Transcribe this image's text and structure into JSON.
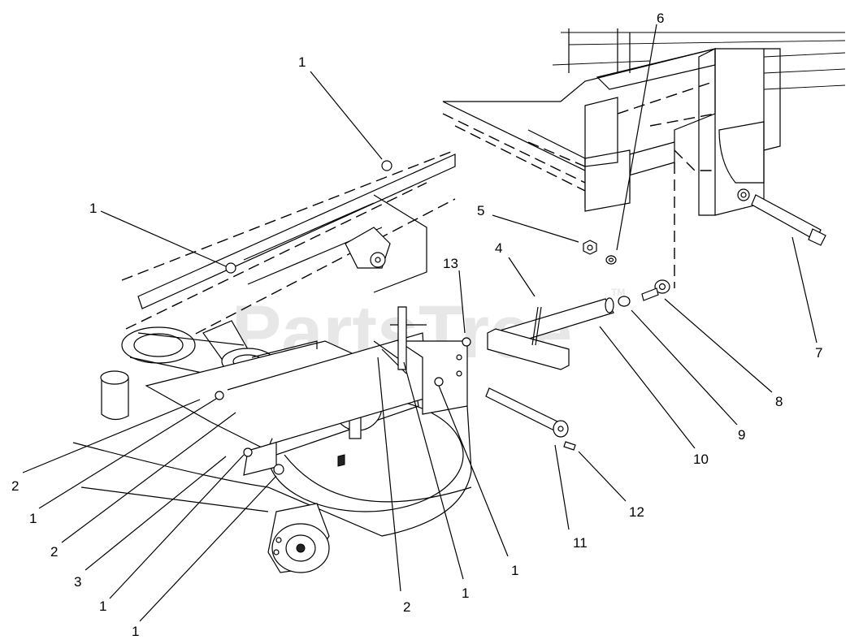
{
  "watermark": {
    "text": "PartsTree",
    "tm": "TM"
  },
  "callouts": [
    {
      "id": "c-1-top",
      "label": "1"
    },
    {
      "id": "c-1-left",
      "label": "1"
    },
    {
      "id": "c-13",
      "label": "13"
    },
    {
      "id": "c-6",
      "label": "6"
    },
    {
      "id": "c-5",
      "label": "5"
    },
    {
      "id": "c-4",
      "label": "4"
    },
    {
      "id": "c-7",
      "label": "7"
    },
    {
      "id": "c-8",
      "label": "8"
    },
    {
      "id": "c-9",
      "label": "9"
    },
    {
      "id": "c-10",
      "label": "10"
    },
    {
      "id": "c-11",
      "label": "11"
    },
    {
      "id": "c-12",
      "label": "12"
    },
    {
      "id": "c-2-a",
      "label": "2"
    },
    {
      "id": "c-1-b",
      "label": "1"
    },
    {
      "id": "c-2-b",
      "label": "2"
    },
    {
      "id": "c-3",
      "label": "3"
    },
    {
      "id": "c-1-c",
      "label": "1"
    },
    {
      "id": "c-1-d",
      "label": "1"
    },
    {
      "id": "c-2-c",
      "label": "2"
    },
    {
      "id": "c-1-e",
      "label": "1"
    },
    {
      "id": "c-1-f",
      "label": "1"
    }
  ]
}
